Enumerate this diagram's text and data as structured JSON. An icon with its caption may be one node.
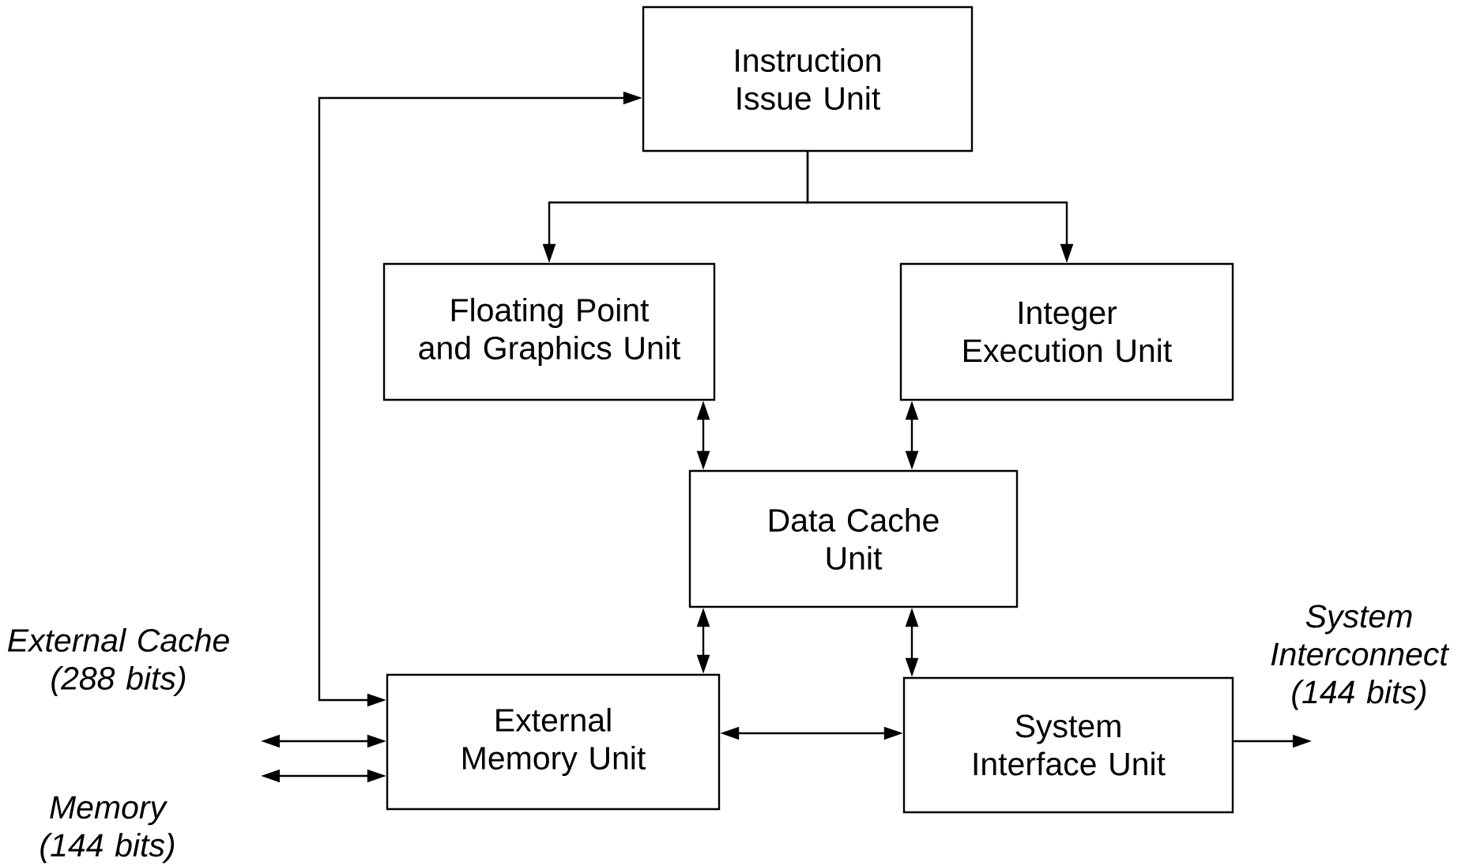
{
  "diagram": {
    "nodes": [
      {
        "text": [
          "Instruction Issue Unit"
        ]
      },
      {
        "text": [
          "Floating Point and Graphics Unit"
        ]
      },
      {
        "text": [
          "Integer Execution Unit"
        ]
      },
      {
        "text": [
          "Data Cache Unit"
        ]
      },
      {
        "text": [
          "External Memory Unit"
        ]
      },
      {
        "text": [
          "System Interface Unit"
        ]
      }
    ],
    "edges": [
      {
        "from": 0,
        "to": 1,
        "arrow": "to"
      },
      {
        "from": 0,
        "to": 2,
        "arrow": "to"
      },
      {
        "from": 4,
        "to": 0,
        "arrow": "both"
      },
      {
        "from": 1,
        "to": 3,
        "arrow": "both"
      },
      {
        "from": 2,
        "to": 3,
        "arrow": "both"
      },
      {
        "from": 3,
        "to": 4,
        "arrow": "both"
      },
      {
        "from": 3,
        "to": 5,
        "arrow": "both"
      },
      {
        "from": 4,
        "to": 5,
        "arrow": "both"
      },
      {
        "from": null,
        "to": 4,
        "arrow": "both",
        "label": "External Cache (288 bits)"
      },
      {
        "from": null,
        "to": 4,
        "arrow": "both",
        "label": "Memory (144 bits)"
      },
      {
        "from": 5,
        "to": null,
        "arrow": "to",
        "label": "System Interconnect (144 bits)"
      }
    ]
  }
}
